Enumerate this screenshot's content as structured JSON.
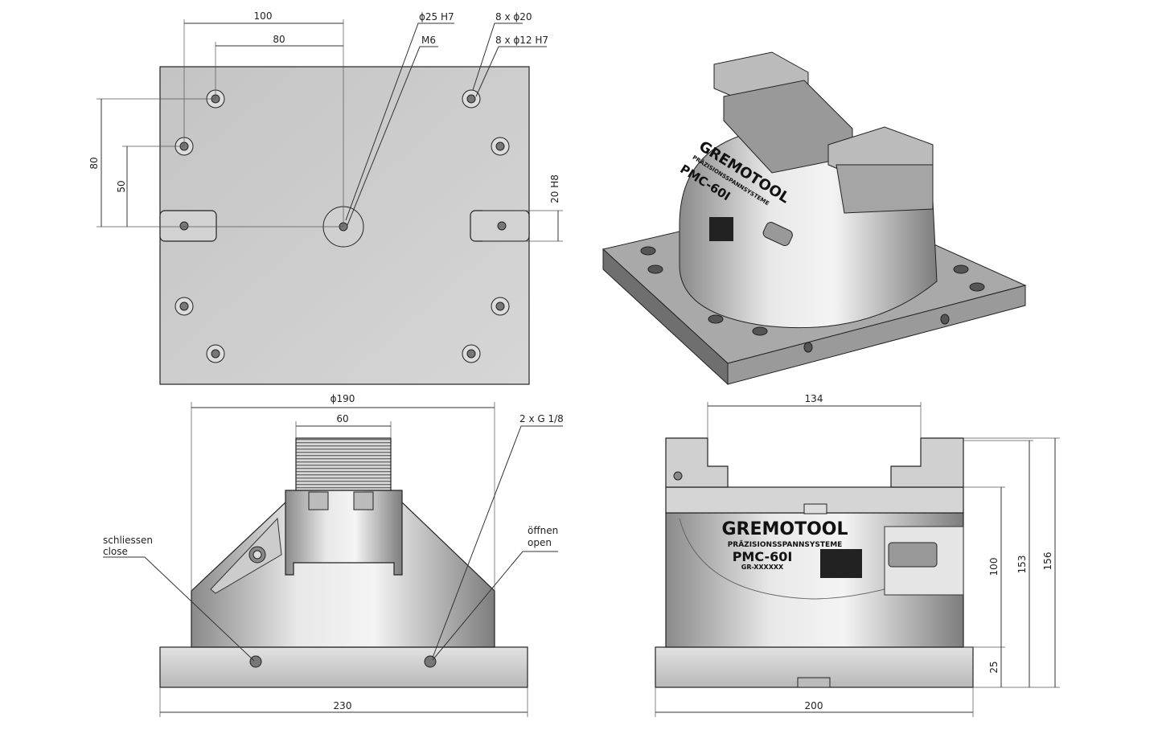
{
  "top_view": {
    "dims": {
      "d100": "100",
      "d80h": "80",
      "d80v": "80",
      "d50": "50",
      "d20h8": "20 H8"
    },
    "callouts": {
      "bore": "ϕ25 H7",
      "thread": "M6",
      "holes_large": "8 x ϕ20",
      "holes_small": "8 x ϕ12 H7"
    }
  },
  "front_view": {
    "dims": {
      "dia190": "ϕ190",
      "jaw60": "60",
      "width230": "230"
    },
    "callouts": {
      "ports": "2 x G 1/8",
      "close_de": "schliessen",
      "close_en": "close",
      "open_de": "öffnen",
      "open_en": "open"
    }
  },
  "side_view": {
    "dims": {
      "jaw134": "134",
      "width200": "200",
      "h100": "100",
      "h25": "25",
      "h153": "153",
      "h156": "156"
    }
  },
  "branding": {
    "brand": "GREMOTOOL",
    "tagline": "PRÄZISIONSSPANNSYSTEME",
    "model": "PMC-60I",
    "serial": "GR-XXXXXX"
  }
}
